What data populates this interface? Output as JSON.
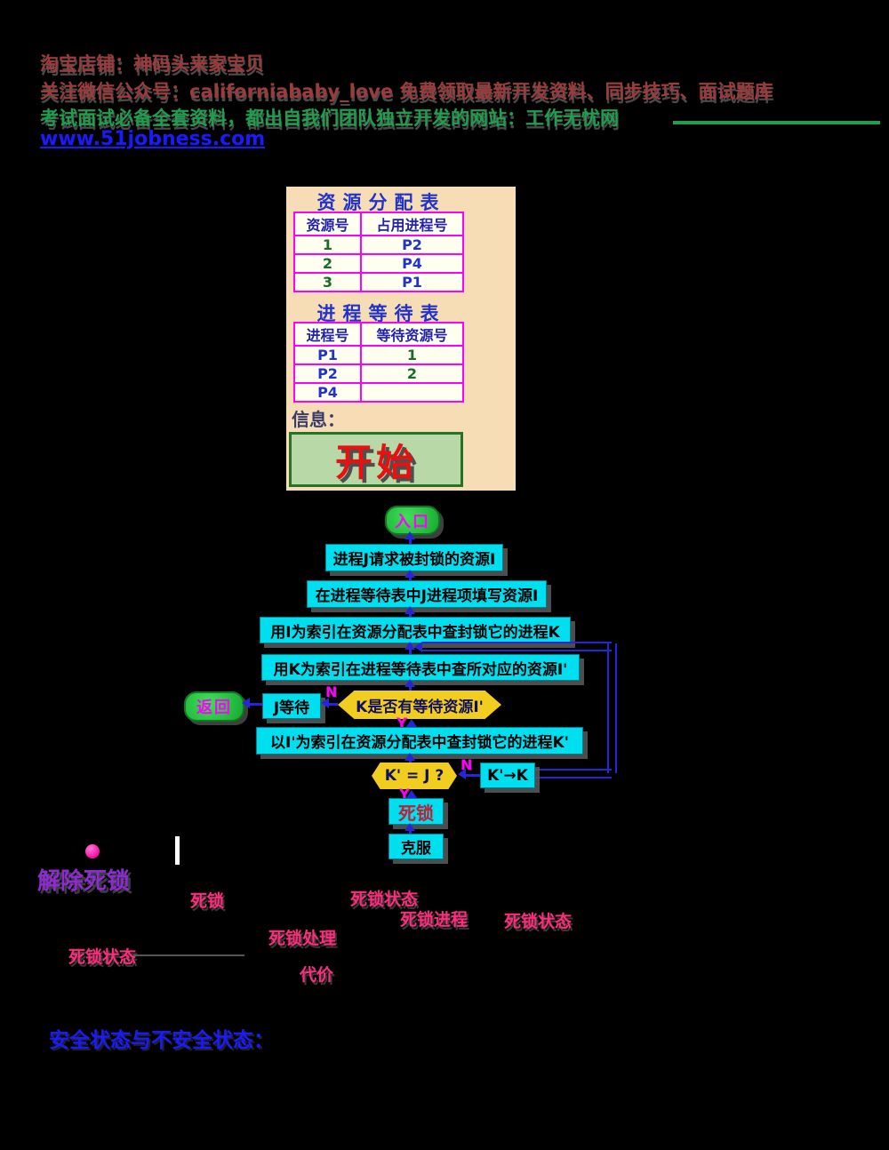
{
  "colors": {
    "background": "#000000",
    "panel_beige": "#f7ddb5",
    "table_border_magenta": "#ff00ff",
    "table_bg_cream": "#fffff0",
    "flow_box_cyan": "#00dff0",
    "decision_yellow": "#f0cd1f",
    "ellipse_green": "#22c23d",
    "connector_blue": "#2626d9",
    "label_magenta": "#ff00ff",
    "start_text_red": "#e81010",
    "deadlock_red": "#c01f35",
    "fragment_pink": "#ff2b7d",
    "watermark_red": "#9c3b3b",
    "watermark_green": "#1f9e4d",
    "link_blue": "#1a1aff"
  },
  "header": {
    "line1": "淘宝店铺：神码头来家宝贝",
    "line2": "关注微信公众号：californiababy_love 免费领取最新开发资料、同步技巧、面试题库",
    "line3": "考试面试必备全套资料，都出自我们团队独立开发的网站：工作无忧网",
    "url": "www.51jobness.com"
  },
  "panel": {
    "table1": {
      "title": "资源分配表",
      "headers": [
        "资源号",
        "占用进程号"
      ],
      "rows": [
        [
          "1",
          "P2"
        ],
        [
          "2",
          "P4"
        ],
        [
          "3",
          "P1"
        ]
      ]
    },
    "table2": {
      "title": "进程等待表",
      "headers": [
        "进程号",
        "等待资源号"
      ],
      "rows": [
        [
          "P1",
          "1"
        ],
        [
          "P2",
          "2"
        ],
        [
          "P4",
          ""
        ]
      ]
    },
    "info_label": "信息：",
    "start_label": "开始"
  },
  "flowchart": {
    "entry_label": "入口",
    "box1": "进程J请求被封锁的资源I",
    "box2": "在进程等待表中J进程项填写资源I",
    "box3": "用I为索引在资源分配表中查封锁它的进程K",
    "box4": "用K为索引在进程等待表中查所对应的资源I'",
    "return_label": "返回",
    "wait_label": "J等待",
    "decision1": "K是否有等待资源I'",
    "box5": "以I'为索引在资源分配表中查封锁它的进程K'",
    "decision2": "K' = J ?",
    "assign_label": "K'→K",
    "deadlock_label": "死锁",
    "overcome_label": "克服",
    "n_label": "N",
    "y_label": "Y"
  },
  "bottom": {
    "purple_title": "解除死锁",
    "fragments": [
      "死锁",
      "死锁状态",
      "死锁进程",
      "死锁状态",
      "死锁处理",
      "死锁状态",
      "代价"
    ],
    "safe_state": "安全状态与不安全状态："
  }
}
